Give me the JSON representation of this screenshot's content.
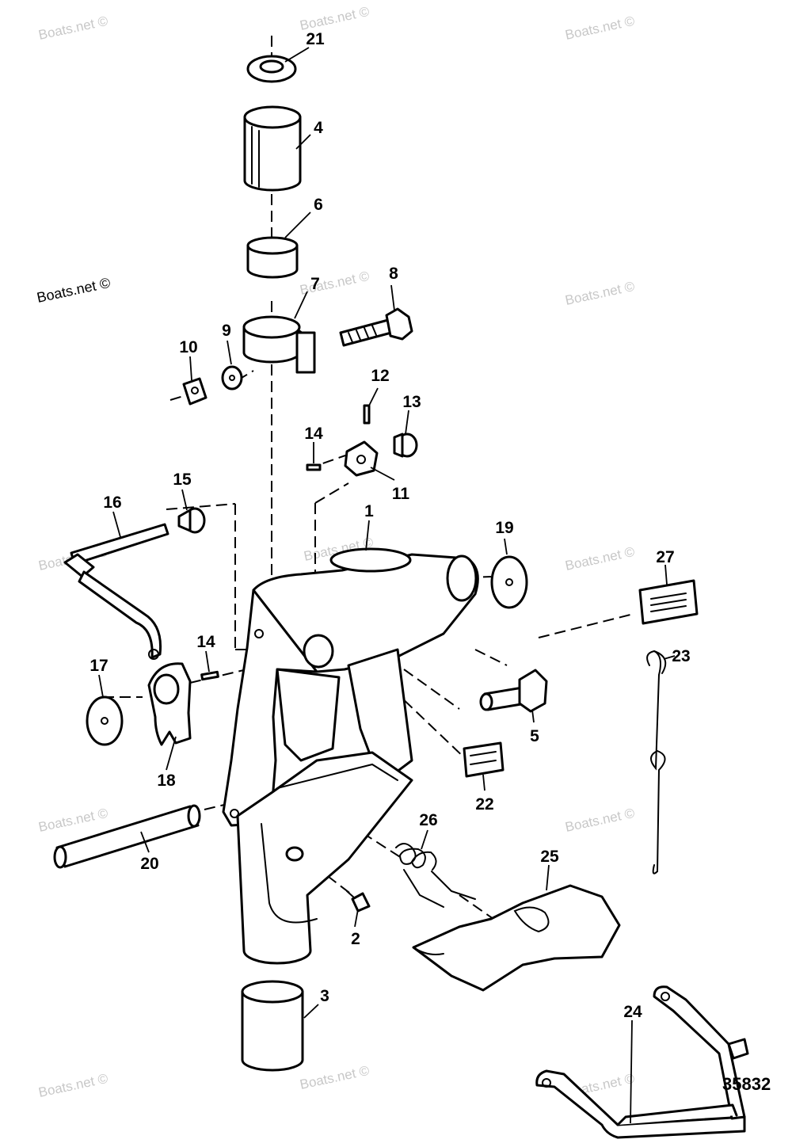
{
  "watermark": "Boats.net ©",
  "figure_number": "35832",
  "callouts": {
    "c1": "1",
    "c2": "2",
    "c3": "3",
    "c4": "4",
    "c5": "5",
    "c6": "6",
    "c7": "7",
    "c8": "8",
    "c9": "9",
    "c10": "10",
    "c11": "11",
    "c12": "12",
    "c13": "13",
    "c14a": "14",
    "c14b": "14",
    "c15": "15",
    "c16": "16",
    "c17": "17",
    "c18": "18",
    "c19": "19",
    "c20": "20",
    "c21": "21",
    "c22": "22",
    "c23": "23",
    "c24": "24",
    "c25": "25",
    "c26": "26",
    "c27": "27"
  }
}
